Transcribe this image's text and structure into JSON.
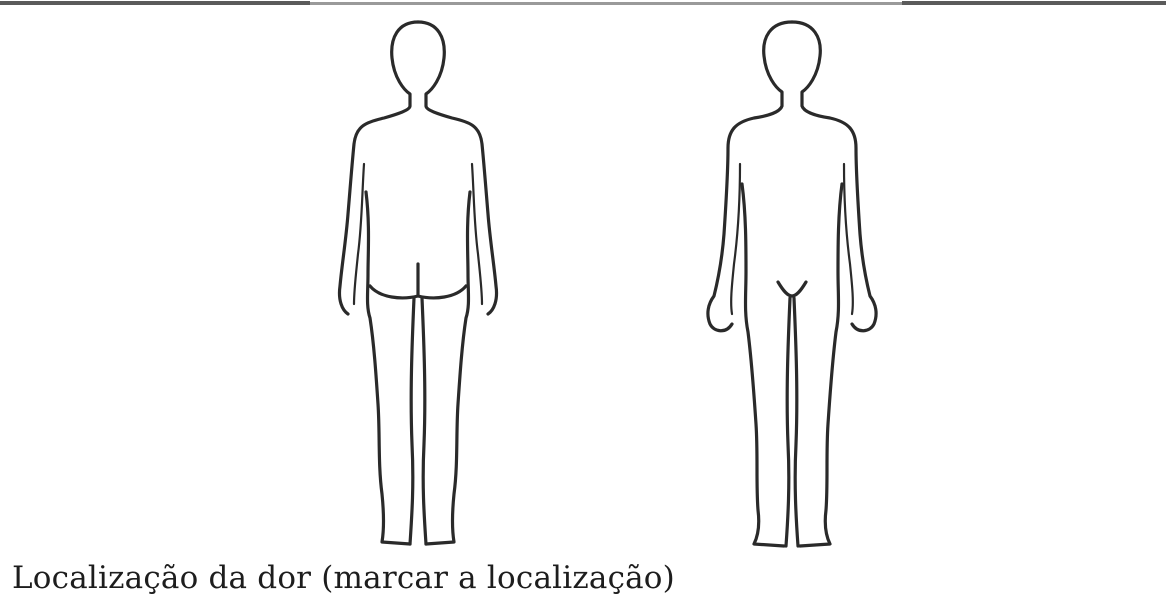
{
  "document": {
    "caption": "Localização da dor (marcar a localização)"
  },
  "figures": [
    {
      "view": "back",
      "icon": "body-outline-back"
    },
    {
      "view": "front",
      "icon": "body-outline-front"
    }
  ],
  "colors": {
    "line": "#2a2a2a",
    "rule_dark": "#5b5b5b",
    "rule_light": "#9a9a9a"
  }
}
